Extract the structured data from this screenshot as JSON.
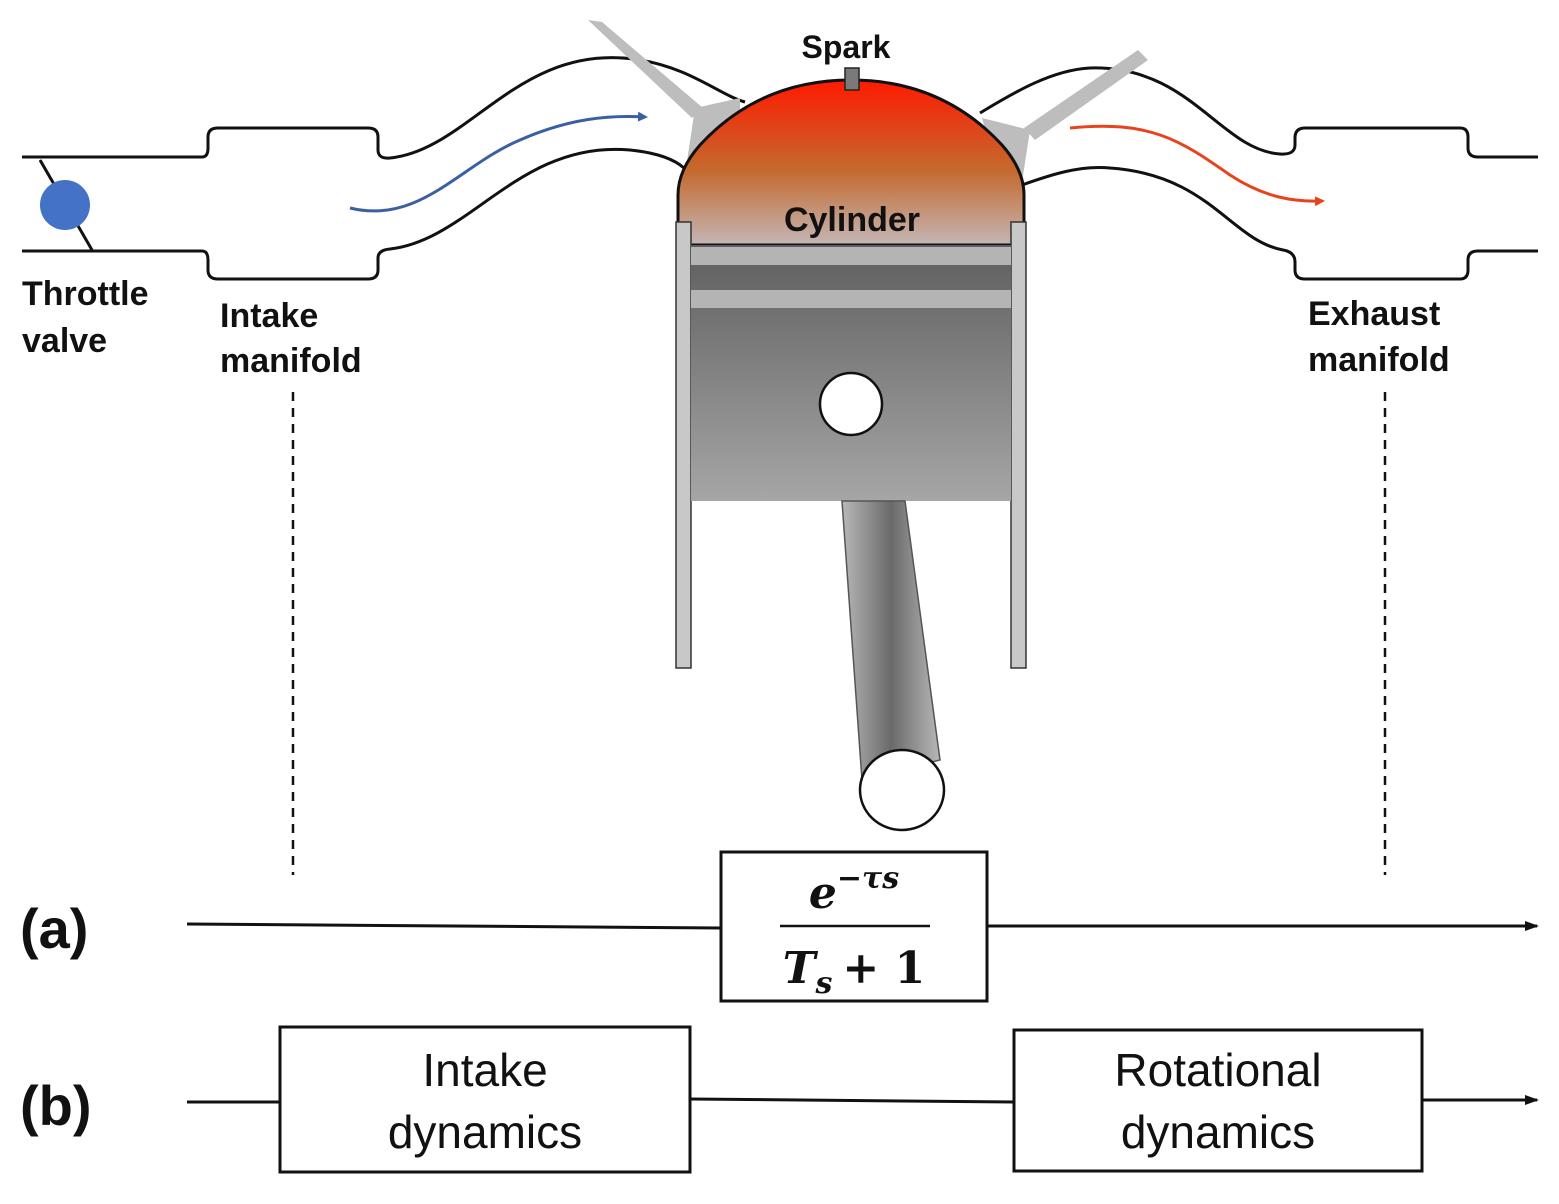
{
  "labels": {
    "spark": "Spark",
    "cylinder": "Cylinder",
    "throttle_line1": "Throttle",
    "throttle_line2": "valve",
    "intake_line1": "Intake",
    "intake_line2": "manifold",
    "exhaust_line1": "Exhaust",
    "exhaust_line2": "manifold"
  },
  "model_a": {
    "tag": "(a)",
    "numerator_base": "e",
    "numerator_exp": "−τs",
    "denominator_var": "T",
    "denominator_sub": "s",
    "denominator_rest": "+ 1"
  },
  "model_b": {
    "tag": "(b)",
    "block1_line1": "Intake",
    "block1_line2": "dynamics",
    "block2_line1": "Rotational",
    "block2_line2": "dynamics"
  },
  "colors": {
    "intake_flow": "#3b5fa0",
    "exhaust_flow": "#e8431c",
    "throttle_valve": "#4472c4",
    "combustion_top": "#ff1a00",
    "combustion_bottom": "#c0b4b4",
    "metal_light": "#c8c8c8",
    "metal_dark": "#6e6e6e"
  }
}
